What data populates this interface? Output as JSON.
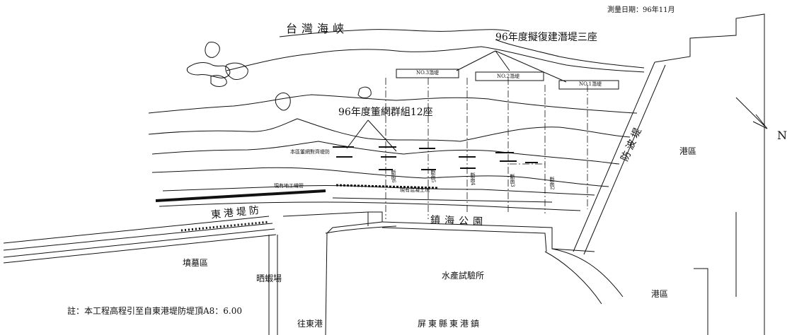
{
  "survey_date": "測量日期：96年11月",
  "place_names": {
    "strait": "台灣海峽",
    "east_port_breakwater": "東港堤防",
    "zhenhai_park": "鎮海公園",
    "breakwater": "防波堤",
    "harbor_area_upper": "港區",
    "harbor_area_lower": "港區",
    "cemetery": "墳墓區",
    "shrimp_drying": "晒蝦場",
    "fisheries_institute": "水產試驗所",
    "to_donggang": "往東港",
    "township": "屏東縣東港鎮"
  },
  "plan_titles": {
    "submerged_dikes": "96年度擬復建潛堤三座",
    "net_groups": "96年度箽網群組12座"
  },
  "dike_labels": [
    "NO.3潛堤",
    "NO.2潛堤",
    "NO.1潛堤"
  ],
  "site_labels": {
    "existing_site": "現有地工織管",
    "existing_block": "現有混凝土塊",
    "planned_dike": "本區箽網對齊堤防"
  },
  "section_labels": [
    "斷面6",
    "斷面5",
    "斷面4",
    "斷面3",
    "斷面2"
  ],
  "north_symbol": "N",
  "note": "註：本工程高程引至自東港堤防堤頂A8：6.00",
  "colors": {
    "line": "#111111",
    "background": "#ffffff"
  }
}
